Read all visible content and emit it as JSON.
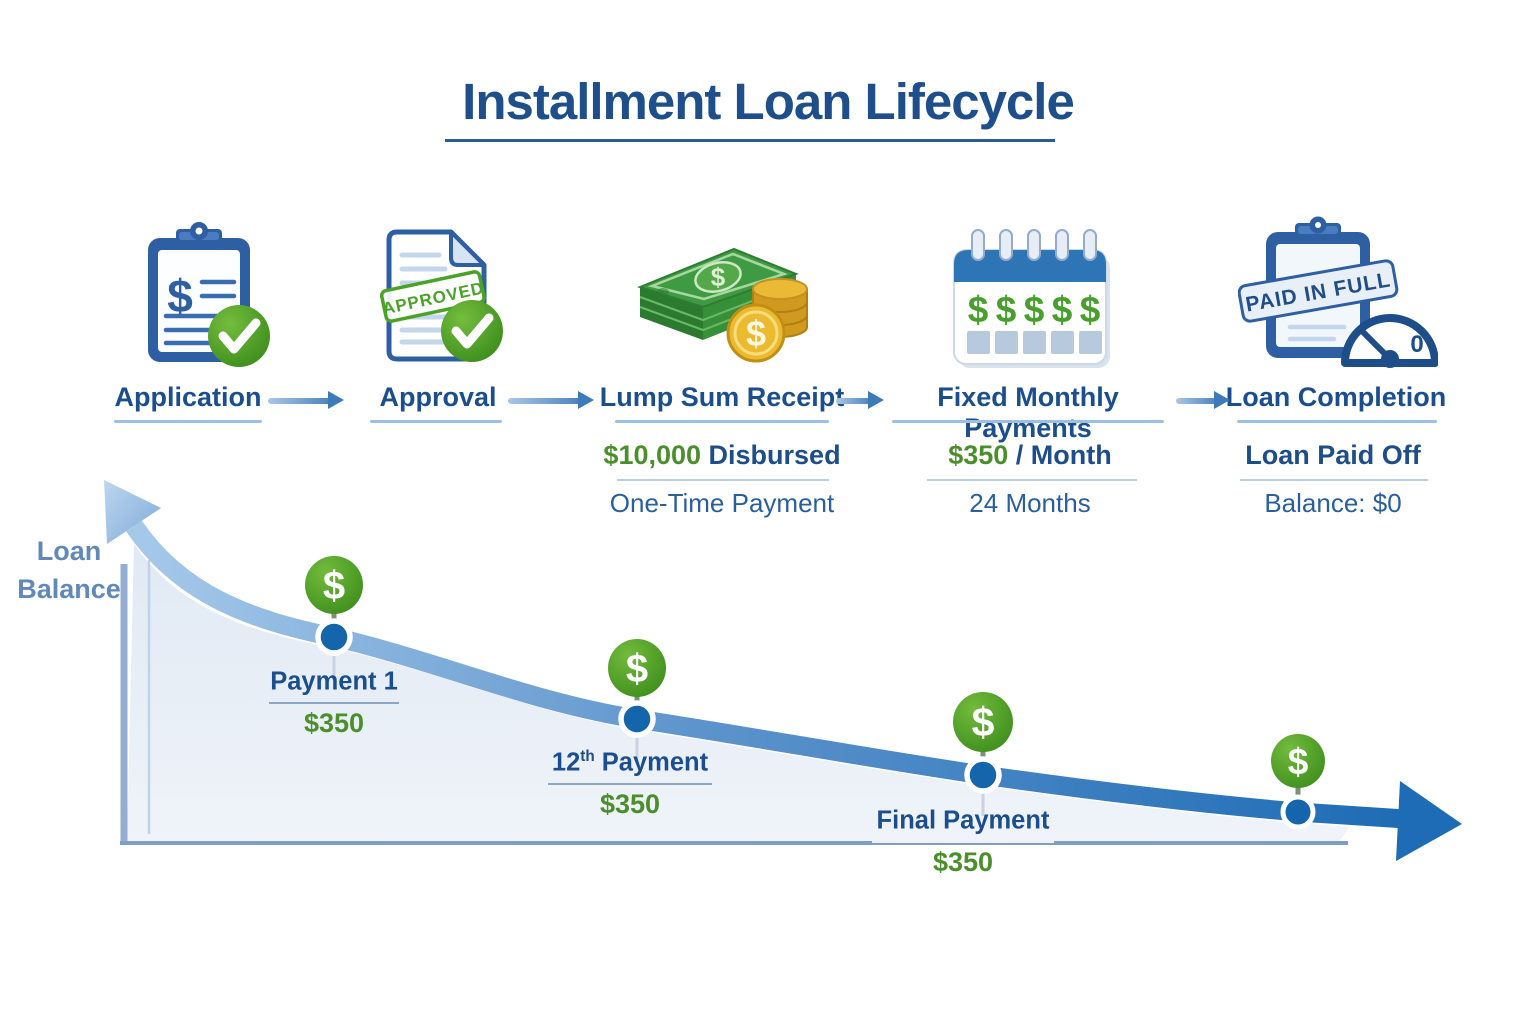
{
  "title": "Installment Loan Lifecycle",
  "icons": {
    "dollar": "$"
  },
  "stages": [
    {
      "label": "Application"
    },
    {
      "label": "Approval",
      "stamp": "APPROVED"
    },
    {
      "label": "Lump Sum Receipt",
      "sub1_accent": "$10,000",
      "sub1_rest": " Disbursed",
      "sub2": "One-Time Payment"
    },
    {
      "label": "Fixed Monthly Payments",
      "sub1_accent": "$350",
      "sub1_rest": " / Month",
      "sub2": "24 Months"
    },
    {
      "label": "Loan Completion",
      "stamp": "PAID IN FULL",
      "gauge_value": "0",
      "sub1_rest": "Loan Paid Off",
      "sub2": "Balance: $0"
    }
  ],
  "chart": {
    "type": "line",
    "y_axis_label": [
      "Loan",
      "Balance"
    ],
    "description": "Loan balance declines from $10,000 to $0 over 24 monthly payments of $350",
    "markers": [
      {
        "prefix": "Payment 1",
        "sup": "",
        "rest": "",
        "amount": "$350"
      },
      {
        "prefix": "12",
        "sup": "th",
        "rest": " Payment",
        "amount": "$350"
      },
      {
        "prefix": "Final Payment",
        "sup": "",
        "rest": "",
        "amount": "$350"
      }
    ]
  },
  "colors": {
    "title_blue": "#1e4f8b",
    "label_blue": "#1b4e8e",
    "accent_green": "#4a8f2c",
    "curve_blue": "#1e6cb5",
    "dot_blue": "#1565ad"
  }
}
